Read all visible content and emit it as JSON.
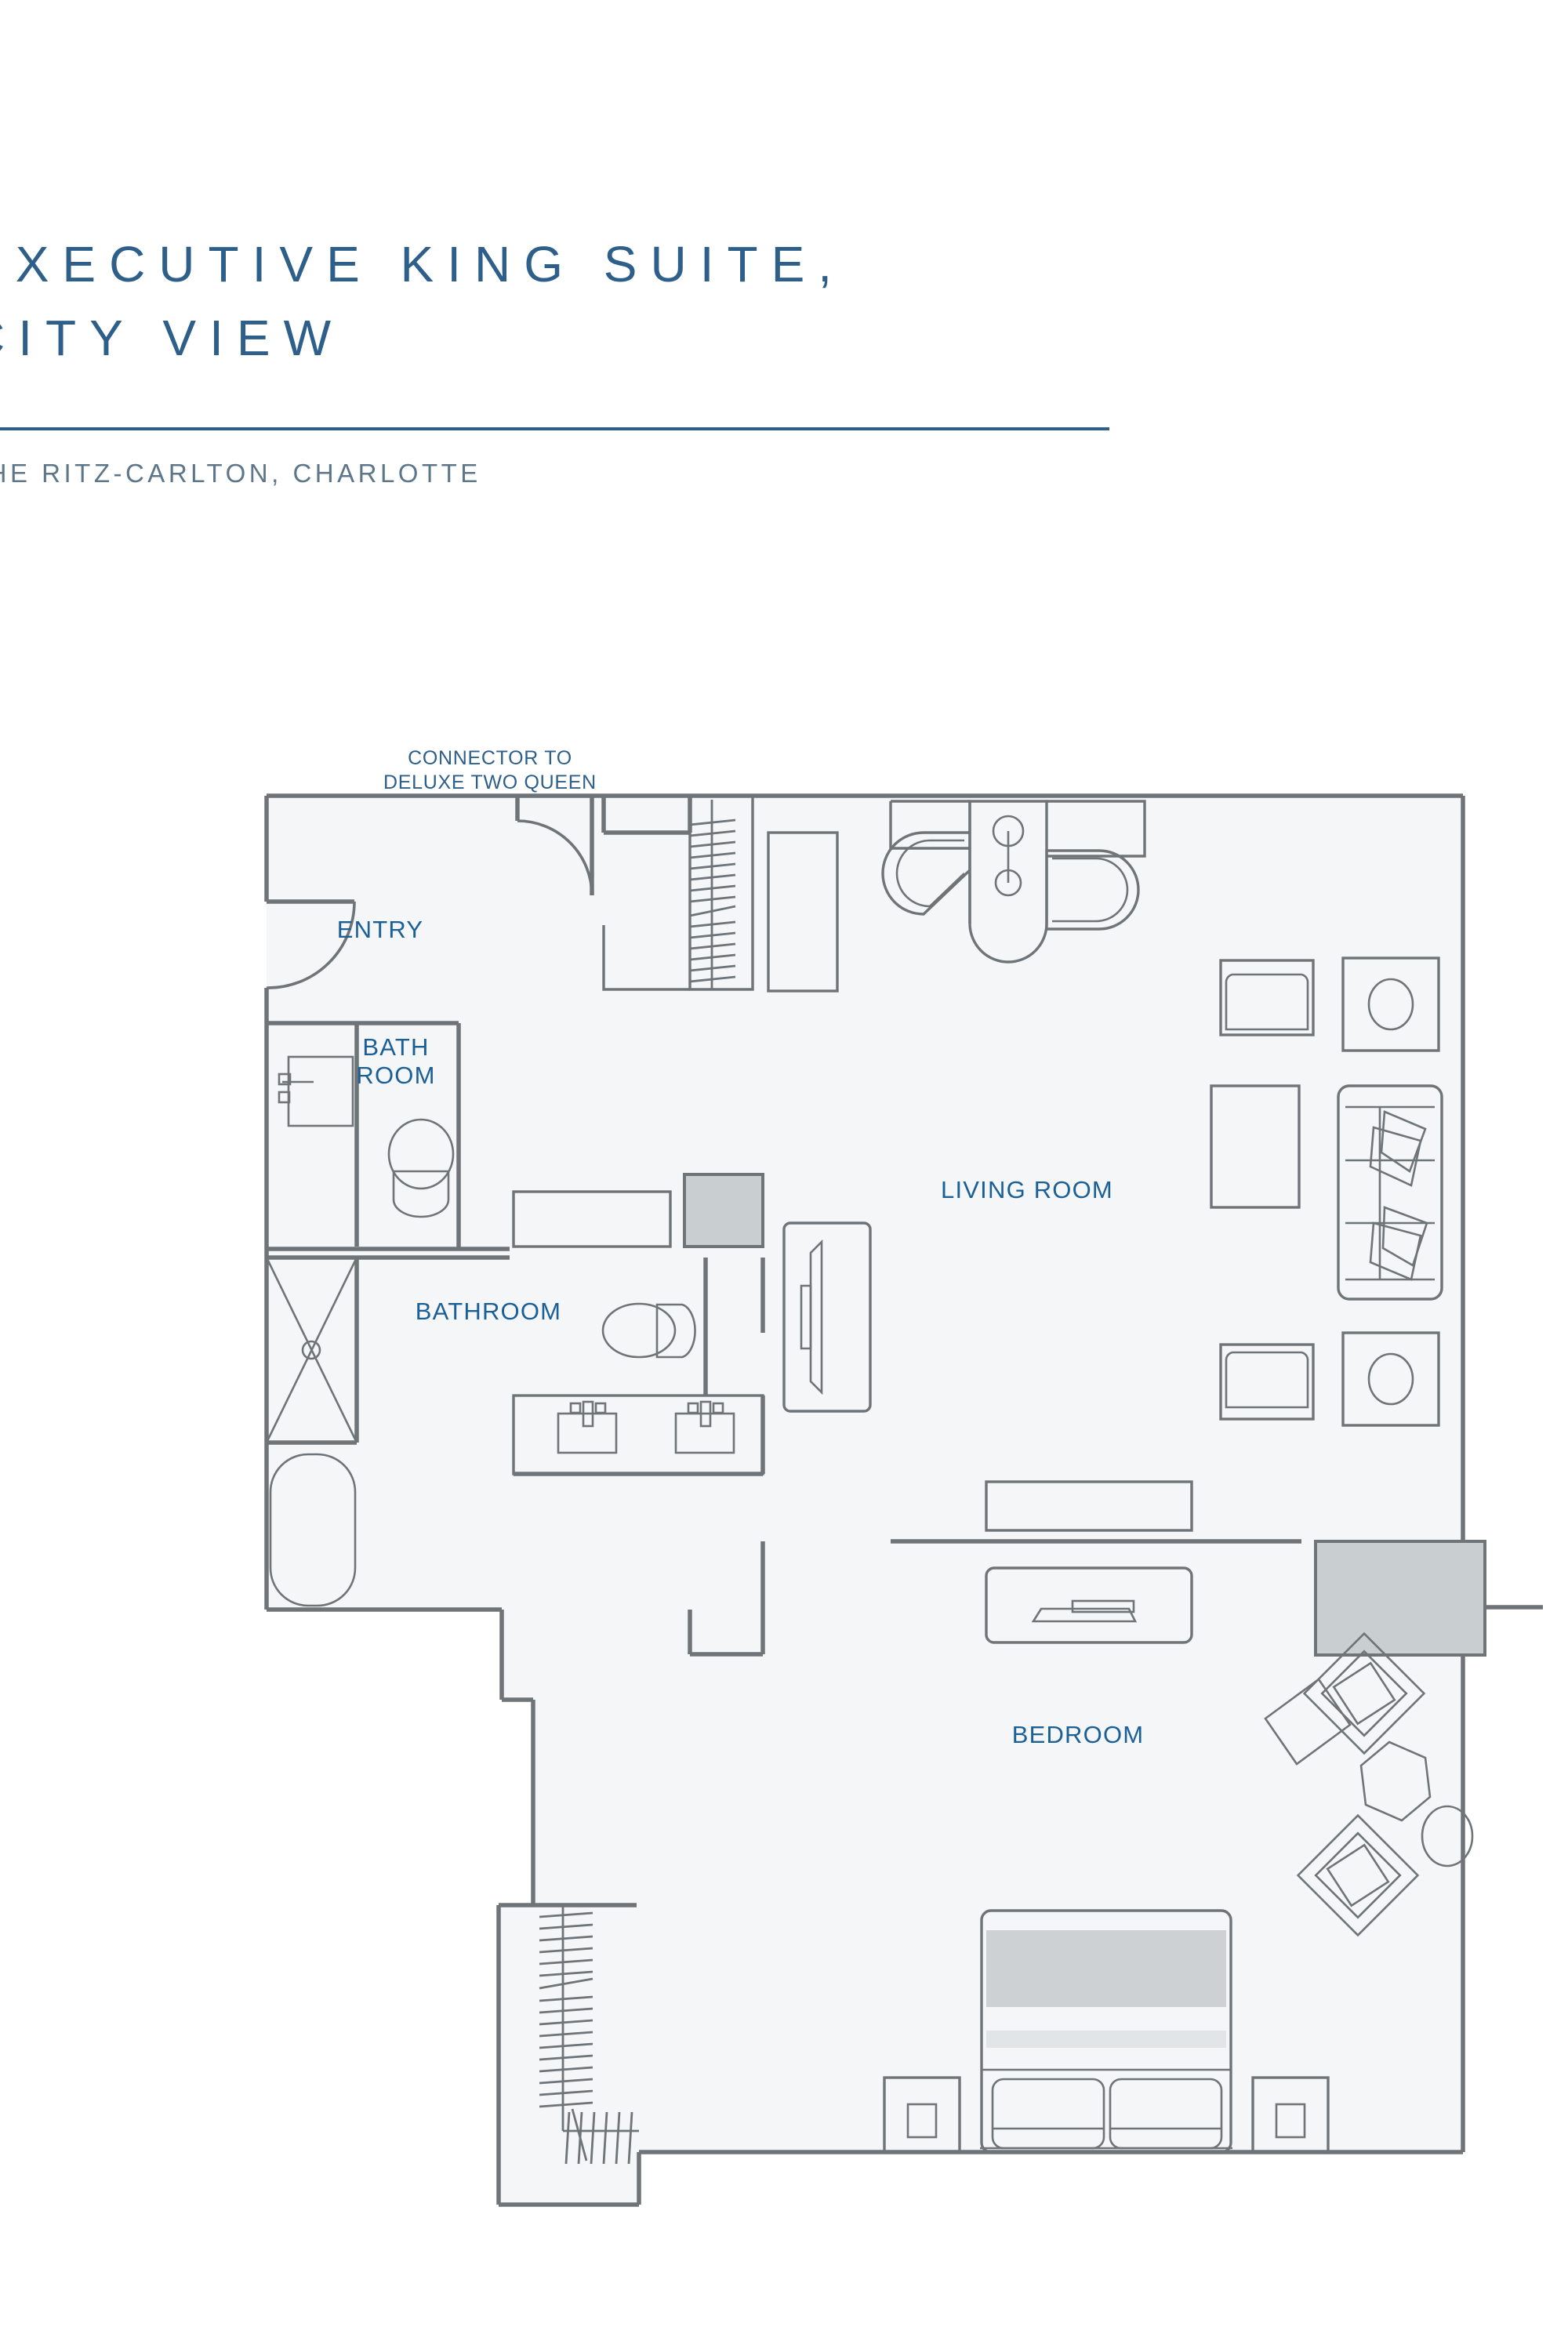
{
  "header": {
    "title": "EXECUTIVE KING SUITE,\nCITY VIEW",
    "subtitle": "THE RITZ-CARLTON, CHARLOTTE",
    "accent_color": "#2e5f8a",
    "subtitle_color": "#5d7689"
  },
  "floorplan": {
    "label_color": "#1a5f96",
    "wall_color": "#6e7477",
    "fill_color": "#f4f6f7",
    "window_block_color": "#c9ced1",
    "bed_linen_color": "#cdd1d4",
    "annotations": {
      "connector": "CONNECTOR TO\nDELUXE TWO QUEEN"
    },
    "rooms": [
      {
        "name": "entry",
        "label": "ENTRY"
      },
      {
        "name": "bath-room",
        "label": "BATH\nROOM"
      },
      {
        "name": "bathroom",
        "label": "BATHROOM"
      },
      {
        "name": "living-room",
        "label": "LIVING ROOM"
      },
      {
        "name": "bedroom",
        "label": "BEDROOM"
      }
    ],
    "fixtures": [
      "entry-door",
      "connector-door",
      "entry-closet-hanging-rod",
      "powder-sink",
      "powder-toilet",
      "shower-stall",
      "bathtub",
      "double-vanity",
      "bathroom-toilet",
      "credenza",
      "wall-mounted-tv",
      "minibar-cabinet",
      "desk",
      "desk-chair-left",
      "desk-chair-right",
      "desk-lamp",
      "armchair-upper",
      "armchair-lower",
      "coffee-table",
      "sofa",
      "sofa-pillow-upper",
      "sofa-pillow-lower",
      "side-table-upper",
      "side-table-lower",
      "table-lamp-upper",
      "table-lamp-lower",
      "bedroom-credenza",
      "bedroom-tv",
      "bedroom-armchair-upper",
      "bedroom-armchair-lower",
      "hexagon-table",
      "round-ottoman",
      "bed",
      "bed-pillow-left",
      "bed-pillow-right",
      "nightstand-left",
      "nightstand-right",
      "nightstand-lamp-left",
      "nightstand-lamp-right",
      "walk-in-closet-rod-vertical",
      "walk-in-closet-rod-horizontal",
      "living-room-window-block",
      "bedroom-window-block"
    ]
  }
}
